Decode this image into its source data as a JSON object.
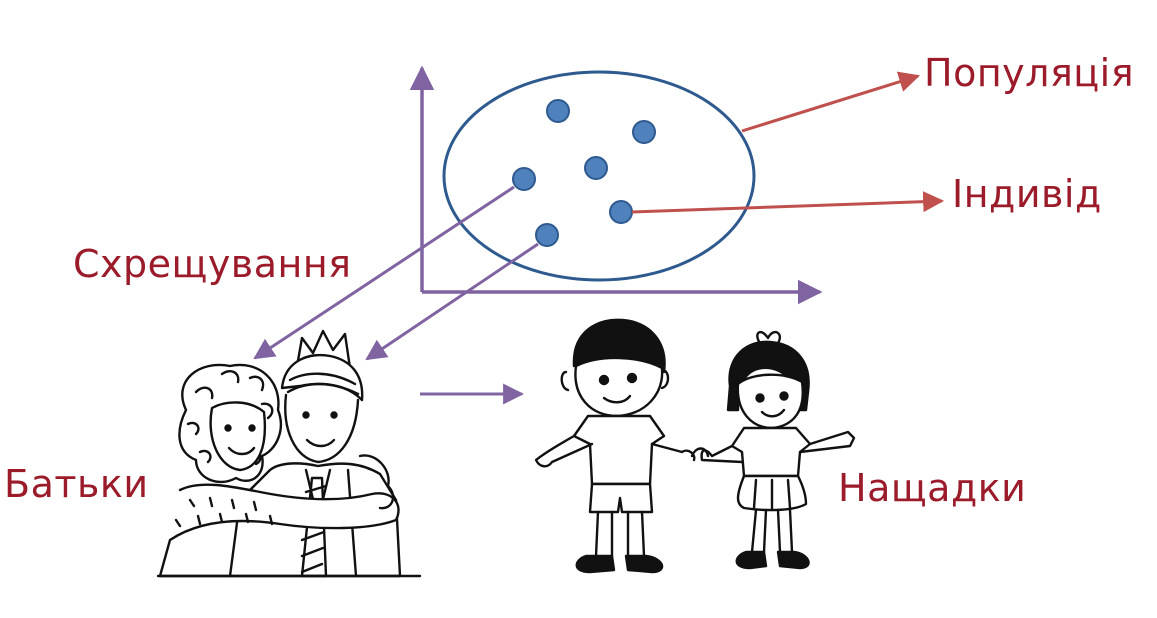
{
  "labels": {
    "population": "Популяція",
    "individual": "Індивід",
    "crossover": "Схрещування",
    "parents": "Батьки",
    "offspring": "Нащадки"
  },
  "colors": {
    "label_text": "#9b1b2a",
    "red_arrow": "#c0504d",
    "purple_arrow": "#8064a2",
    "ellipse_stroke": "#2e5a8f",
    "dot_fill": "#4f81bd",
    "dot_stroke": "#2e5a8f",
    "ink": "#111111"
  },
  "icons": {
    "parents": "hugging-parents-cartoon-icon",
    "offspring": "two-children-holding-hands-cartoon-icon"
  }
}
